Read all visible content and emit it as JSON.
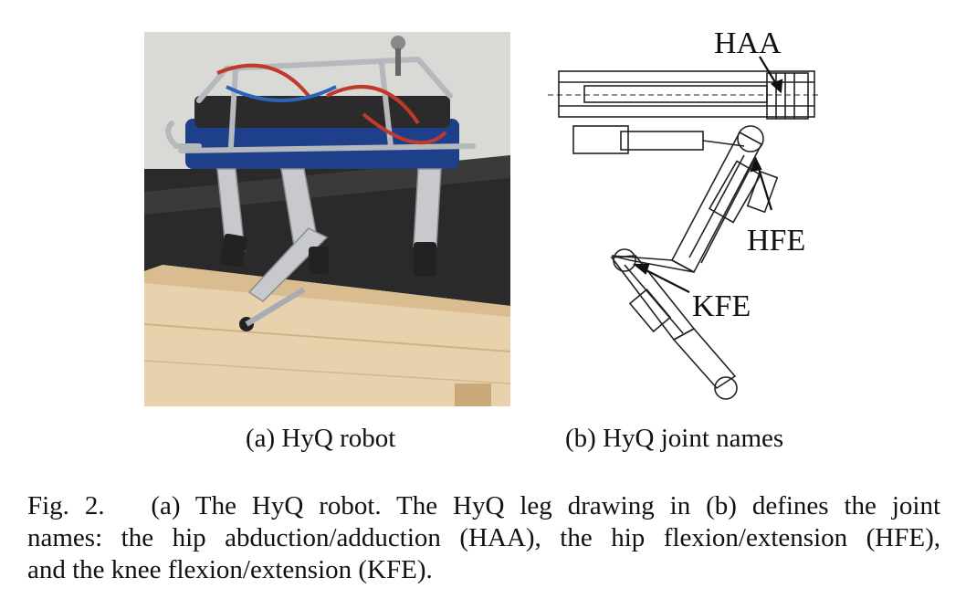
{
  "figure": {
    "subfigure_a": {
      "caption": "(a) HyQ robot"
    },
    "subfigure_b": {
      "caption": "(b) HyQ joint names",
      "joint_labels": {
        "haa": "HAA",
        "hfe": "HFE",
        "kfe": "KFE"
      }
    },
    "caption_lines": [
      "Fig. 2.   (a) The HyQ robot. The HyQ leg drawing in (b) defines the joint",
      "names: the hip abduction/adduction (HAA), the hip flexion/extension (HFE),",
      "and the knee flexion/extension (KFE)."
    ]
  }
}
